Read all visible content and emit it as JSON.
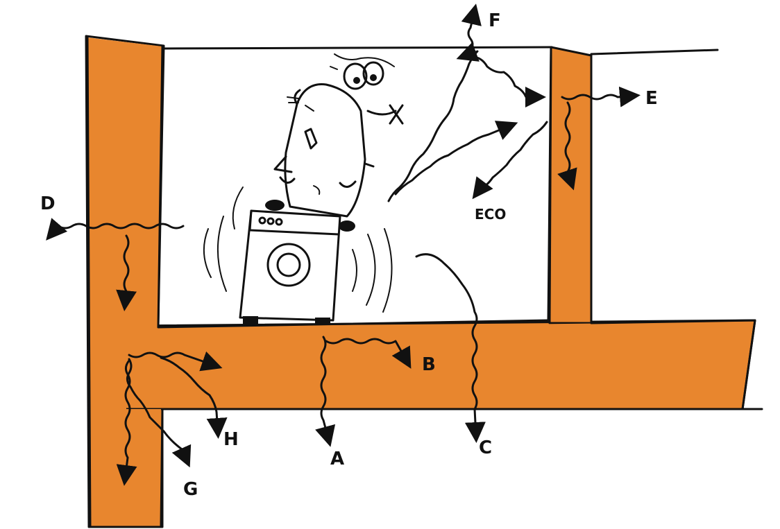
{
  "colors": {
    "structure": "#e8862e",
    "ink": "#111111",
    "background": "#ffffff"
  },
  "labels": {
    "a": "A",
    "b": "B",
    "c": "C",
    "d": "D",
    "e": "E",
    "f": "F",
    "g": "G",
    "h": "H",
    "echo": "ECO"
  },
  "illustration": {
    "character": "cartoon-mouse-icon",
    "appliance": "washing-machine-icon",
    "machine_panel_text": "000"
  }
}
